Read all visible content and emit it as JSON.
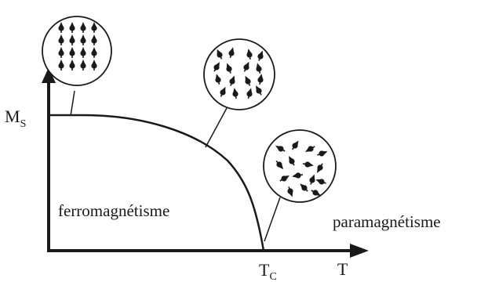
{
  "axes": {
    "y_label": "M",
    "y_label_sub": "S",
    "x_label": "T",
    "tc_label": "T",
    "tc_label_sub": "C"
  },
  "regions": {
    "ferro": "ferromagnétisme",
    "para": "paramagnétisme"
  },
  "insets": [
    {
      "state": "ferromagnetic",
      "description_icon": "aligned-spins-icon"
    },
    {
      "state": "partially-ordered",
      "description_icon": "partially-aligned-spins-icon"
    },
    {
      "state": "paramagnetic",
      "description_icon": "random-spins-icon"
    }
  ],
  "colors": {
    "ink": "#1a1a1a",
    "background": "#ffffff"
  }
}
